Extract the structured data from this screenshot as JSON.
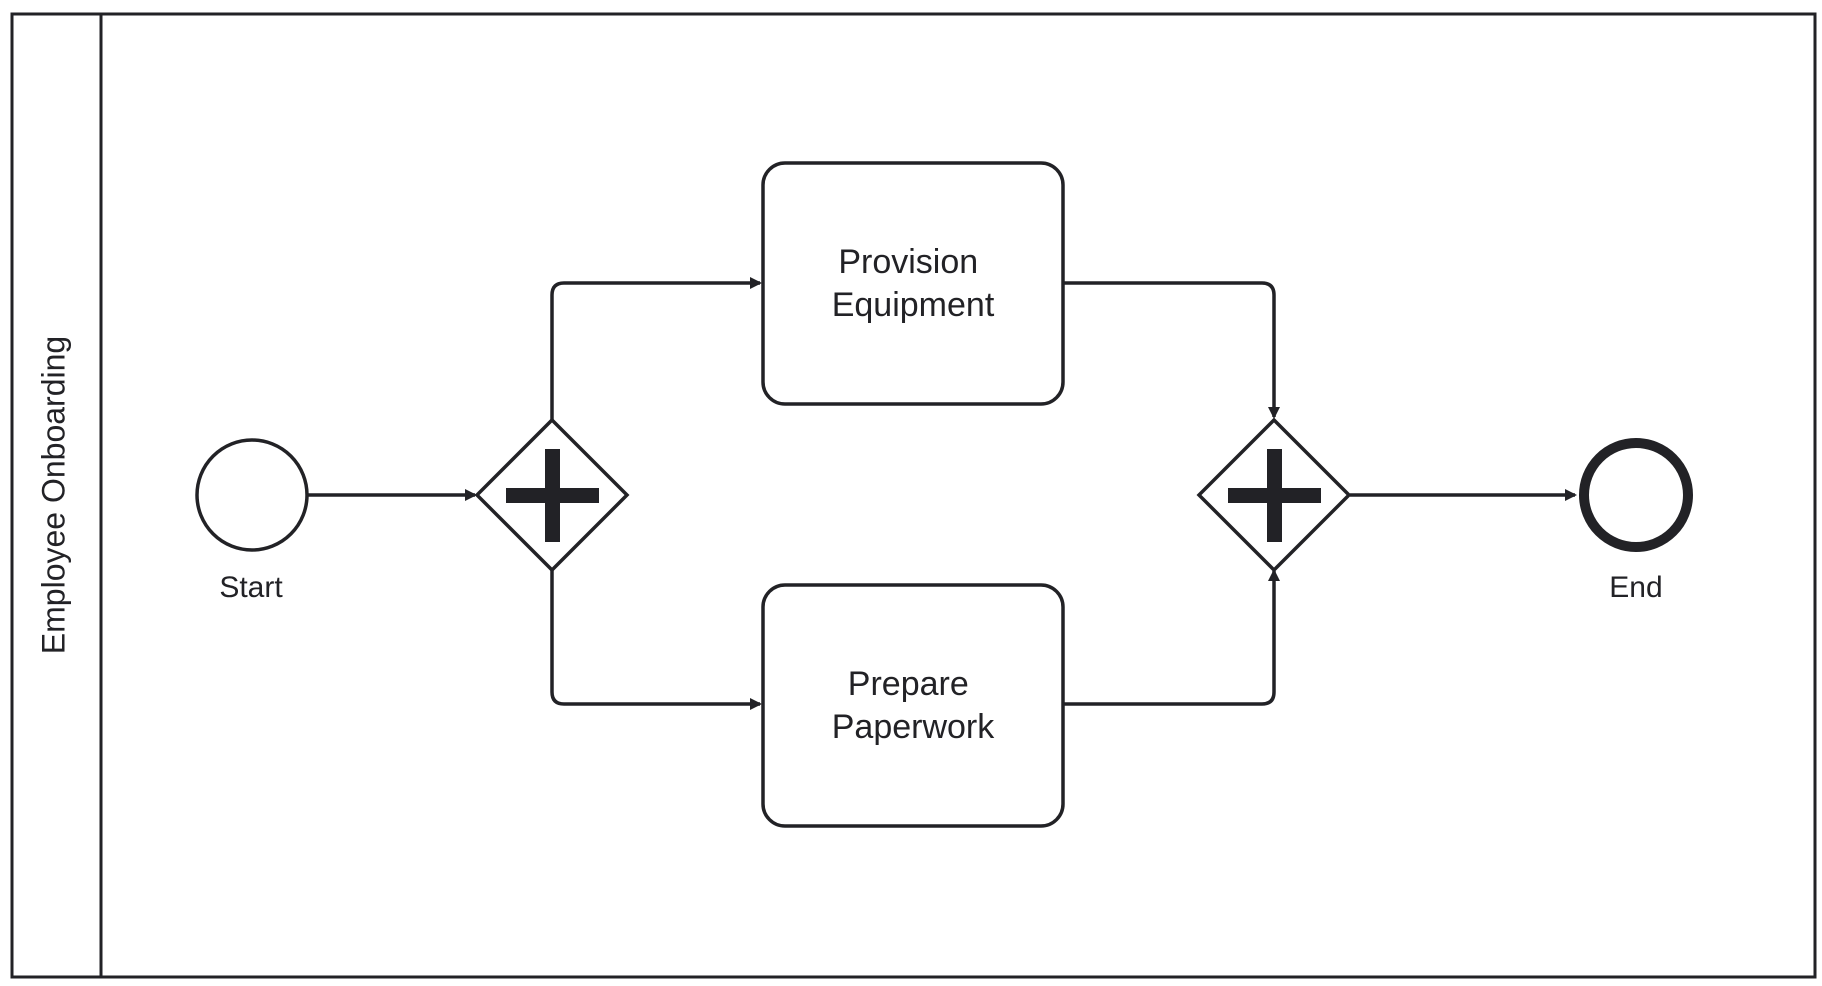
{
  "diagram": {
    "type": "bpmn-process",
    "pool": {
      "label": "Employee Onboarding"
    },
    "start_event": {
      "label": "Start"
    },
    "split_gateway": {
      "type": "parallel",
      "icon": "plus-icon"
    },
    "tasks": [
      {
        "id": "provision",
        "lines": [
          "Provision",
          "Equipment"
        ]
      },
      {
        "id": "paperwork",
        "lines": [
          "Prepare",
          "Paperwork"
        ]
      }
    ],
    "join_gateway": {
      "type": "parallel",
      "icon": "plus-icon"
    },
    "end_event": {
      "label": "End"
    },
    "flows": [
      {
        "from": "start_event",
        "to": "split_gateway"
      },
      {
        "from": "split_gateway",
        "to": "provision"
      },
      {
        "from": "split_gateway",
        "to": "paperwork"
      },
      {
        "from": "provision",
        "to": "join_gateway"
      },
      {
        "from": "paperwork",
        "to": "join_gateway"
      },
      {
        "from": "join_gateway",
        "to": "end_event"
      }
    ],
    "colors": {
      "stroke": "#222226",
      "fill": "#ffffff"
    }
  }
}
